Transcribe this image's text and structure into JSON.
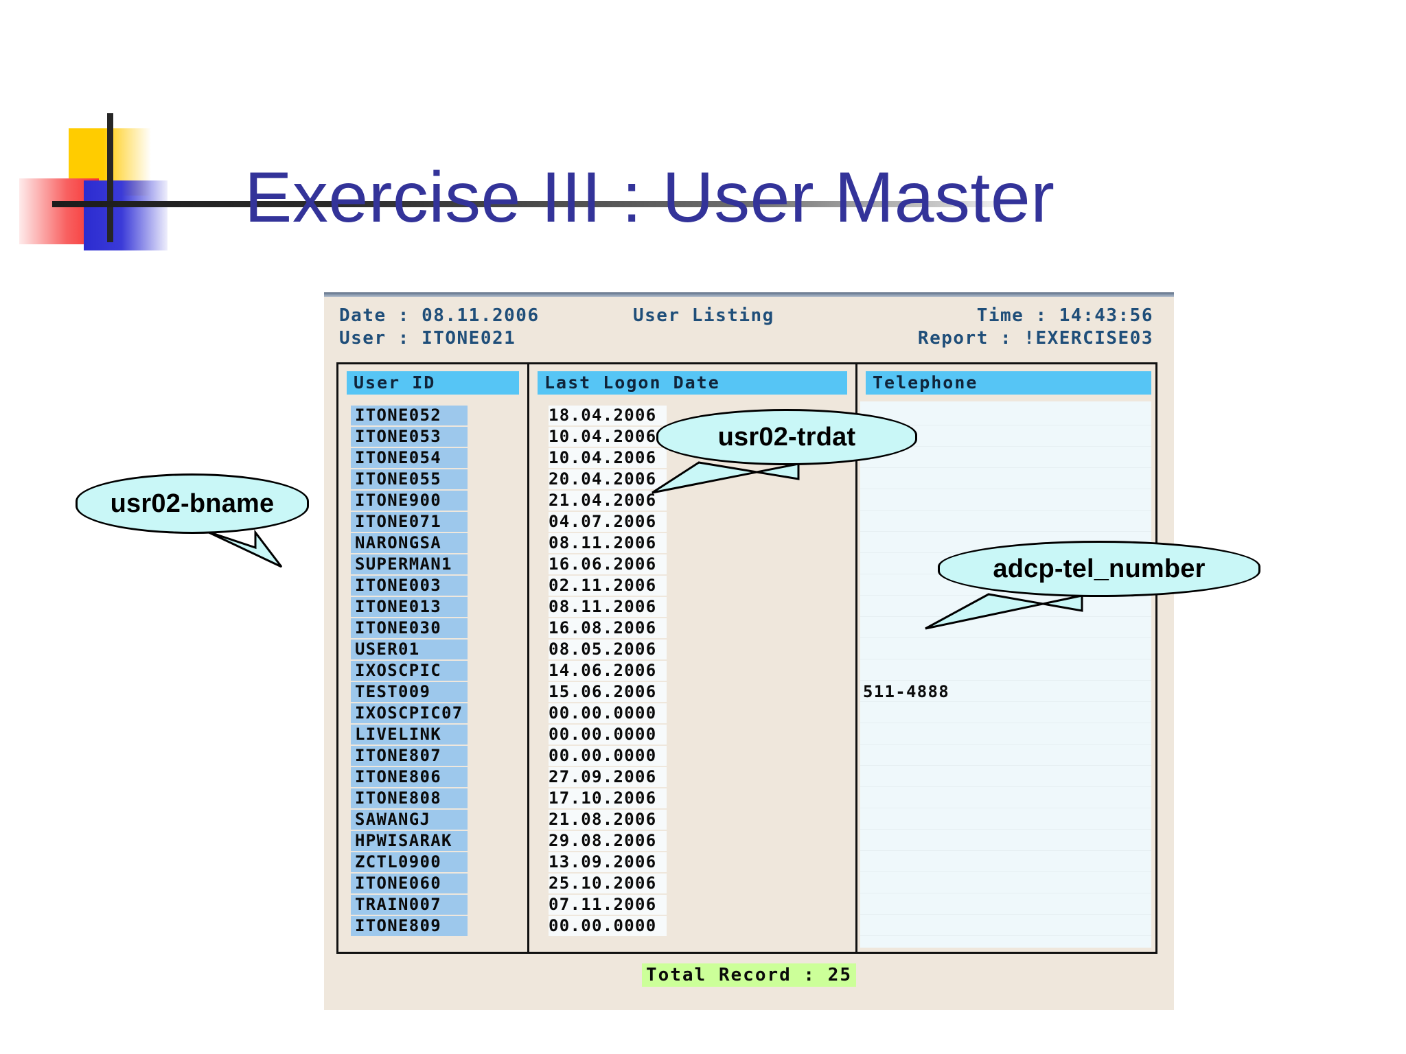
{
  "slide": {
    "title": "Exercise III : User Master",
    "title_color": "#333399",
    "logo": {
      "yellow": "#FFCC00",
      "red": "#F83030",
      "blue": "#2C2CD0",
      "cross": "#262626"
    }
  },
  "report": {
    "header": {
      "date_label": "Date : 08.11.2006",
      "title": "User Listing",
      "time_label": "Time : 14:43:56",
      "user_label": "User : ITONE021",
      "report_label": "Report : !EXERCISE03"
    },
    "columns": [
      {
        "key": "user_id",
        "header": "User ID"
      },
      {
        "key": "last_logon_date",
        "header": "Last Logon Date"
      },
      {
        "key": "telephone",
        "header": "Telephone"
      }
    ],
    "header_chip_color": "#56C5F5",
    "userid_cell_color": "#9DC8EC",
    "rows": [
      {
        "user_id": "ITONE052",
        "last_logon_date": "18.04.2006",
        "telephone": ""
      },
      {
        "user_id": "ITONE053",
        "last_logon_date": "10.04.2006",
        "telephone": ""
      },
      {
        "user_id": "ITONE054",
        "last_logon_date": "10.04.2006",
        "telephone": ""
      },
      {
        "user_id": "ITONE055",
        "last_logon_date": "20.04.2006",
        "telephone": ""
      },
      {
        "user_id": "ITONE900",
        "last_logon_date": "21.04.2006",
        "telephone": ""
      },
      {
        "user_id": "ITONE071",
        "last_logon_date": "04.07.2006",
        "telephone": ""
      },
      {
        "user_id": "NARONGSA",
        "last_logon_date": "08.11.2006",
        "telephone": ""
      },
      {
        "user_id": "SUPERMAN1",
        "last_logon_date": "16.06.2006",
        "telephone": ""
      },
      {
        "user_id": "ITONE003",
        "last_logon_date": "02.11.2006",
        "telephone": ""
      },
      {
        "user_id": "ITONE013",
        "last_logon_date": "08.11.2006",
        "telephone": ""
      },
      {
        "user_id": "ITONE030",
        "last_logon_date": "16.08.2006",
        "telephone": ""
      },
      {
        "user_id": "USER01",
        "last_logon_date": "08.05.2006",
        "telephone": ""
      },
      {
        "user_id": "IXOSCPIC",
        "last_logon_date": "14.06.2006",
        "telephone": ""
      },
      {
        "user_id": "TEST009",
        "last_logon_date": "15.06.2006",
        "telephone": "511-4888"
      },
      {
        "user_id": "IXOSCPIC07",
        "last_logon_date": "00.00.0000",
        "telephone": ""
      },
      {
        "user_id": "LIVELINK",
        "last_logon_date": "00.00.0000",
        "telephone": ""
      },
      {
        "user_id": "ITONE807",
        "last_logon_date": "00.00.0000",
        "telephone": ""
      },
      {
        "user_id": "ITONE806",
        "last_logon_date": "27.09.2006",
        "telephone": ""
      },
      {
        "user_id": "ITONE808",
        "last_logon_date": "17.10.2006",
        "telephone": ""
      },
      {
        "user_id": "SAWANGJ",
        "last_logon_date": "21.08.2006",
        "telephone": ""
      },
      {
        "user_id": "HPWISARAK",
        "last_logon_date": "29.08.2006",
        "telephone": ""
      },
      {
        "user_id": "ZCTL0900",
        "last_logon_date": "13.09.2006",
        "telephone": ""
      },
      {
        "user_id": "ITONE060",
        "last_logon_date": "25.10.2006",
        "telephone": ""
      },
      {
        "user_id": "TRAIN007",
        "last_logon_date": "07.11.2006",
        "telephone": ""
      },
      {
        "user_id": "ITONE809",
        "last_logon_date": "00.00.0000",
        "telephone": ""
      }
    ],
    "total": "Total Record : 25",
    "total_highlight_color": "#CCFF99"
  },
  "callouts": [
    {
      "id": "bname",
      "label": "usr02-bname"
    },
    {
      "id": "trdat",
      "label": "usr02-trdat"
    },
    {
      "id": "tel",
      "label": "adcp-tel_number"
    }
  ]
}
